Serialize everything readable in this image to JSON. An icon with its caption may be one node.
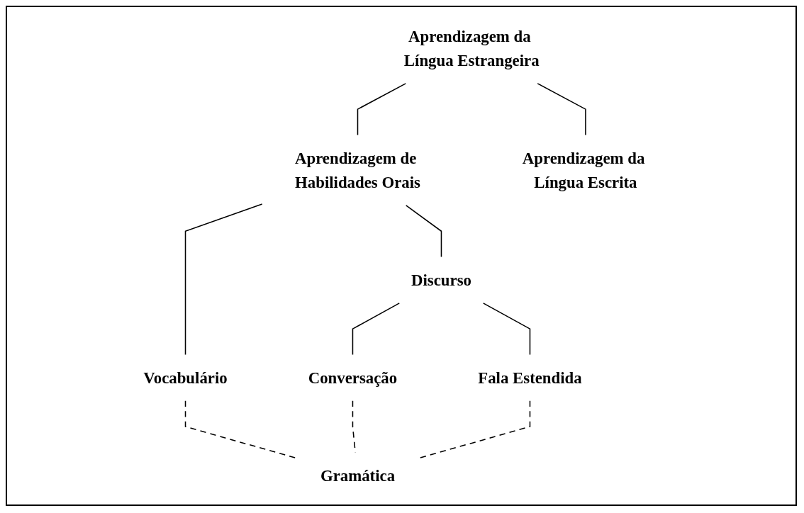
{
  "diagram": {
    "nodes": [
      {
        "text": [
          "Aprendizagem da Língua Estrangeira"
        ]
      },
      {
        "text": [
          "Aprendizagem de Habilidades Orais"
        ]
      },
      {
        "text": [
          "Aprendizagem da Língua Escrita"
        ]
      },
      {
        "text": [
          "Vocabulário"
        ]
      },
      {
        "text": [
          "Discurso"
        ]
      },
      {
        "text": [
          "Conversação"
        ]
      },
      {
        "text": [
          "Fala Estendida"
        ]
      },
      {
        "text": [
          "Gramática"
        ]
      }
    ],
    "edges": [
      {
        "from": 0,
        "to": 1,
        "arrow": "none"
      },
      {
        "from": 0,
        "to": 2,
        "arrow": "none"
      },
      {
        "from": 1,
        "to": 3,
        "arrow": "none"
      },
      {
        "from": 1,
        "to": 4,
        "arrow": "none"
      },
      {
        "from": 4,
        "to": 5,
        "arrow": "none"
      },
      {
        "from": 4,
        "to": 6,
        "arrow": "none"
      },
      {
        "from": 3,
        "to": 7,
        "arrow": "none",
        "style": "dashed"
      },
      {
        "from": 5,
        "to": 7,
        "arrow": "none",
        "style": "dashed"
      },
      {
        "from": 6,
        "to": 7,
        "arrow": "none",
        "style": "dashed"
      }
    ]
  }
}
